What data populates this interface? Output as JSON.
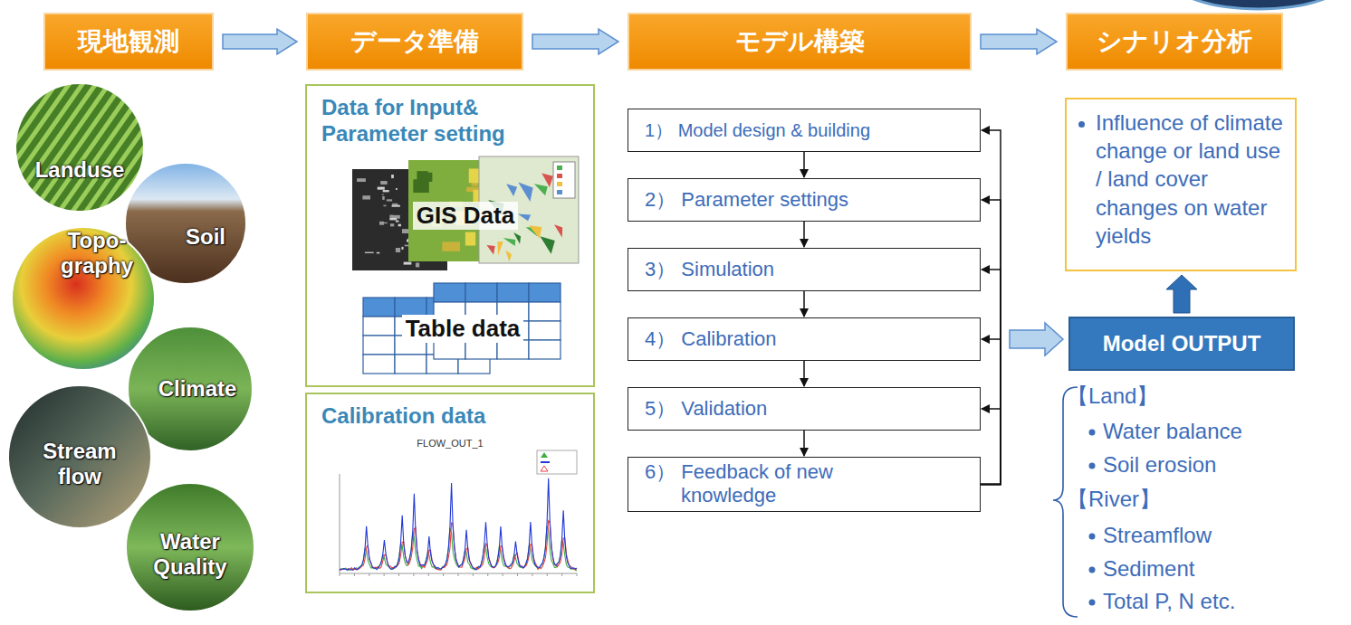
{
  "diagram": {
    "nodes": [
      {
        "text": [
          "現地観測"
        ]
      },
      {
        "text": [
          "データ準備"
        ]
      },
      {
        "text": [
          "モデル構築"
        ]
      },
      {
        "text": [
          "シナリオ分析"
        ]
      },
      {
        "text": [
          "Landuse"
        ]
      },
      {
        "text": [
          "Soil"
        ]
      },
      {
        "text": [
          "Topo- graphy"
        ]
      },
      {
        "text": [
          "Climate"
        ]
      },
      {
        "text": [
          "Stream flow"
        ]
      },
      {
        "text": [
          "Water Quality"
        ]
      },
      {
        "text": [
          "Data for Input& Parameter setting"
        ]
      },
      {
        "text": [
          "GIS Data"
        ],
        "in": 10
      },
      {
        "text": [
          "Table data"
        ],
        "in": 10
      },
      {
        "text": [
          "Calibration data"
        ]
      },
      {
        "text": [
          "FLOW_OUT_1"
        ],
        "in": 13
      },
      {
        "text": [
          "1） Model design & building"
        ]
      },
      {
        "text": [
          "2） Parameter settings"
        ]
      },
      {
        "text": [
          "3） Simulation"
        ]
      },
      {
        "text": [
          "4） Calibration"
        ]
      },
      {
        "text": [
          "5） Validation"
        ]
      },
      {
        "text": [
          "6） Feedback of new knowledge"
        ]
      },
      {
        "text": [
          "Influence of climate change or land use / land cover changes on water yields"
        ]
      },
      {
        "text": [
          "Model OUTPUT"
        ]
      }
    ],
    "edges": [
      {
        "from": 0,
        "to": 1,
        "arrow": "to"
      },
      {
        "from": 1,
        "to": 2,
        "arrow": "to"
      },
      {
        "from": 2,
        "to": 3,
        "arrow": "to"
      },
      {
        "from": 15,
        "to": 16,
        "arrow": "to"
      },
      {
        "from": 16,
        "to": 17,
        "arrow": "to"
      },
      {
        "from": 17,
        "to": 18,
        "arrow": "to"
      },
      {
        "from": 18,
        "to": 19,
        "arrow": "to"
      },
      {
        "from": 19,
        "to": 20,
        "arrow": "to"
      },
      {
        "from": 20,
        "to": 15,
        "arrow": "to"
      },
      {
        "from": 20,
        "to": 16,
        "arrow": "to"
      },
      {
        "from": 20,
        "to": 17,
        "arrow": "to"
      },
      {
        "from": 20,
        "to": 18,
        "arrow": "to"
      },
      {
        "from": 20,
        "to": 19,
        "arrow": "to"
      },
      {
        "from": 18,
        "to": 22,
        "arrow": "to"
      },
      {
        "from": 22,
        "to": 21,
        "arrow": "to"
      }
    ],
    "labels": [
      "【Land】",
      "Water balance",
      "Soil erosion",
      "【River】",
      "Streamflow",
      "Sediment",
      "Total P, N etc."
    ]
  }
}
